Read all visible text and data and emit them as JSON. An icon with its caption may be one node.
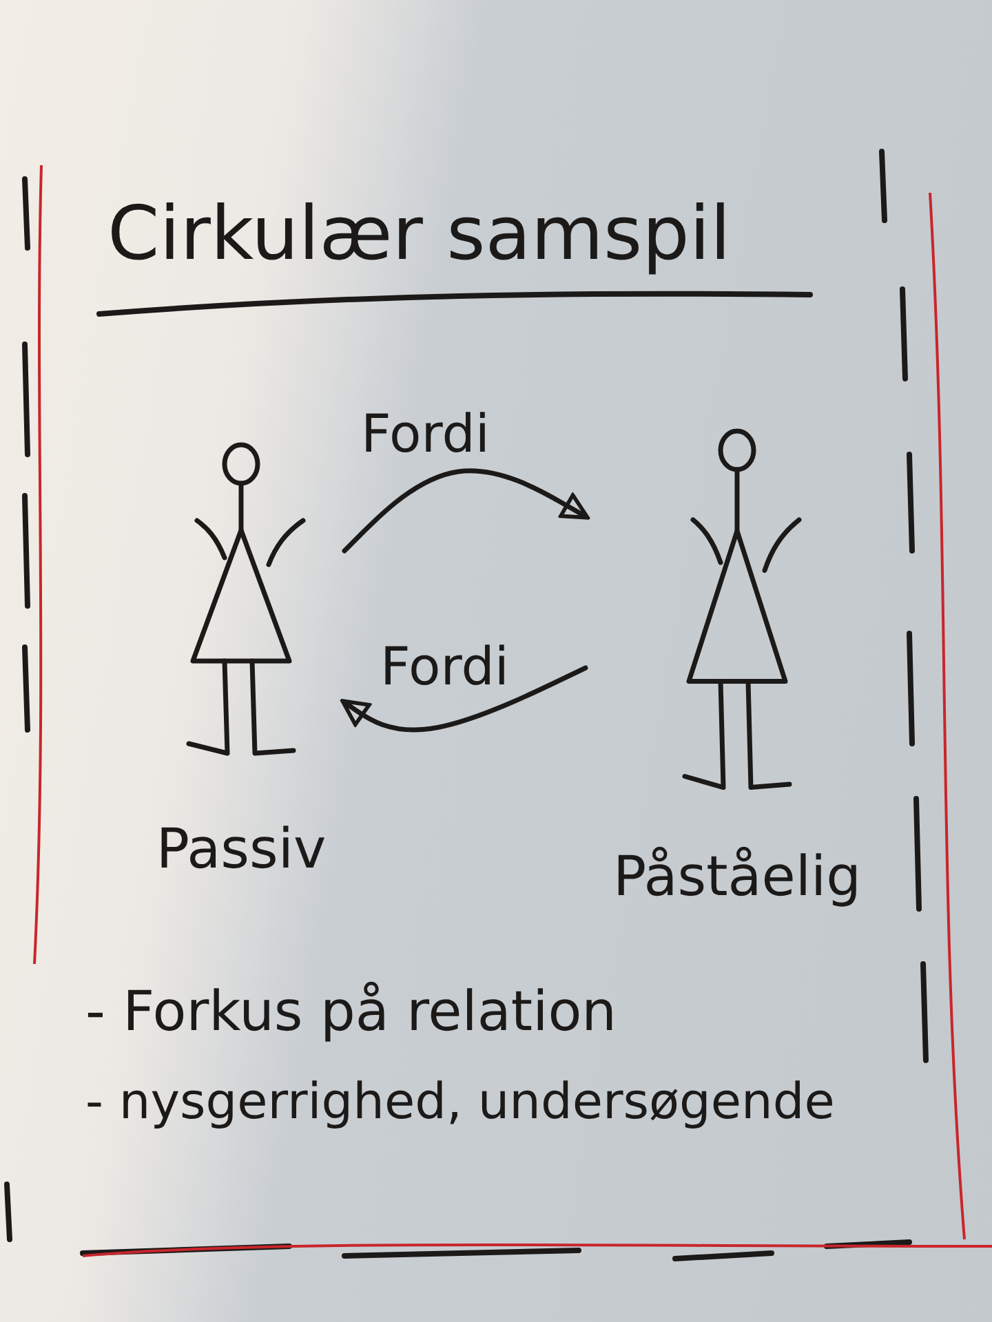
{
  "diagram": {
    "title": "Cirkulær samspil",
    "nodes": [
      {
        "text": [
          "Passiv"
        ]
      },
      {
        "text": [
          "Påståelig"
        ]
      }
    ],
    "edges": [
      {
        "from": 0,
        "to": 1,
        "arrow": "to",
        "label": "Fordi"
      },
      {
        "from": 1,
        "to": 0,
        "arrow": "to",
        "label": "Fordi"
      }
    ],
    "labels": [
      "- Forkus på relation",
      "- nysgerrighed, undersøgende"
    ]
  }
}
